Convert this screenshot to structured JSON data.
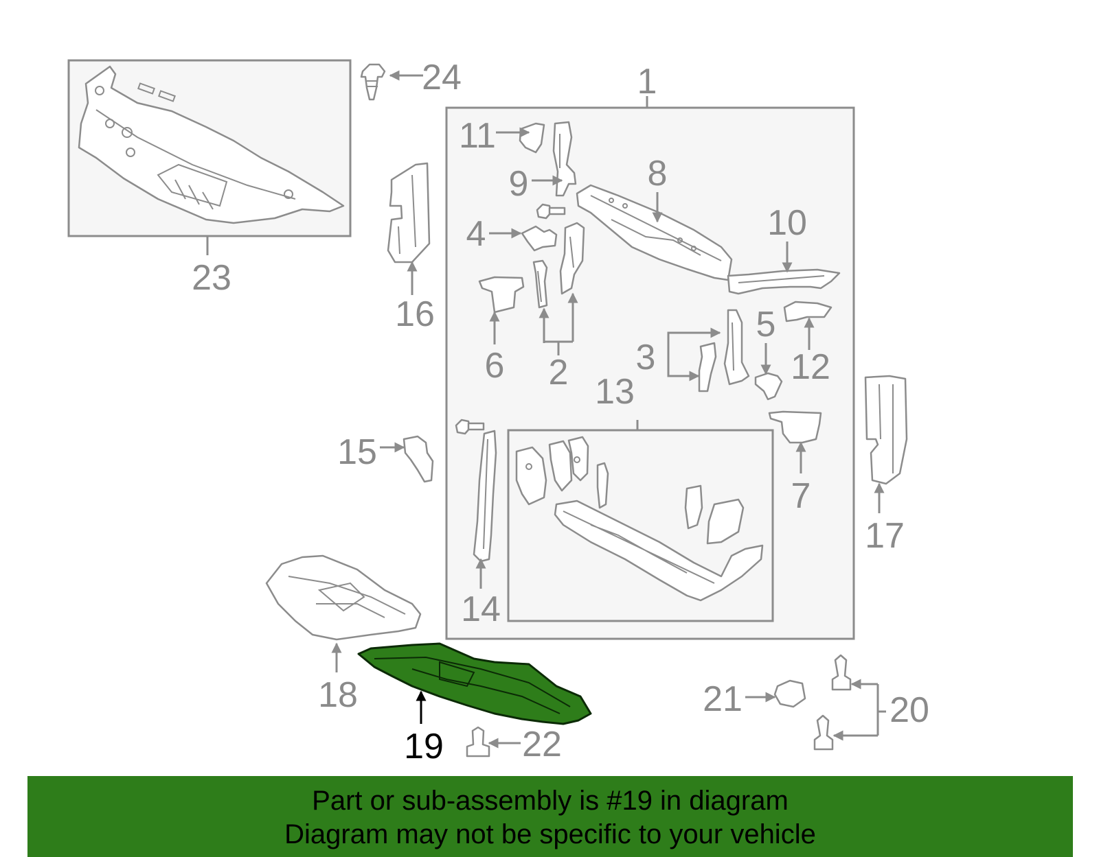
{
  "diagram": {
    "callouts": {
      "c1": "1",
      "c2": "2",
      "c3": "3",
      "c4": "4",
      "c5": "5",
      "c6": "6",
      "c7": "7",
      "c8": "8",
      "c9": "9",
      "c10": "10",
      "c11": "11",
      "c12": "12",
      "c13": "13",
      "c14": "14",
      "c15": "15",
      "c16": "16",
      "c17": "17",
      "c18": "18",
      "c19": "19",
      "c20": "20",
      "c21": "21",
      "c22": "22",
      "c23": "23",
      "c24": "24"
    },
    "highlighted_part": "19",
    "colors": {
      "highlight": "#2e7d1a",
      "line": "#8c8c8c",
      "banner": "#2e7d1a"
    }
  },
  "banner": {
    "line1": "Part or sub-assembly is #19 in diagram",
    "line2": "Diagram may not be specific to your vehicle"
  }
}
